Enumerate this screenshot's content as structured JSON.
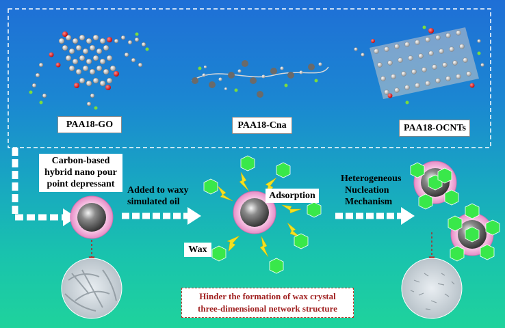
{
  "molecules": {
    "go": "PAA18-GO",
    "cna": "PAA18-Cna",
    "ocnt": "PAA18-OCNTs"
  },
  "depressant": {
    "line1": "Carbon-based",
    "line2": "hybrid nano pour",
    "line3": "point depressant"
  },
  "step_added": {
    "line1": "Added to waxy",
    "line2": "simulated oil"
  },
  "adsorption": "Adsorption",
  "wax": "Wax",
  "mechanism": {
    "line1": "Heterogeneous",
    "line2": "Nucleation",
    "line3": "Mechanism"
  },
  "hinder": {
    "line1": "Hinder the formation of wax crystal",
    "line2": "three-dimensional network structure"
  },
  "colors": {
    "wax_hexagon": "#39e84a",
    "particle_ring": "#f2a9d6",
    "particle_core": "#555555",
    "arrow_fill": "#ffffff",
    "hinder_text": "#a02020"
  }
}
